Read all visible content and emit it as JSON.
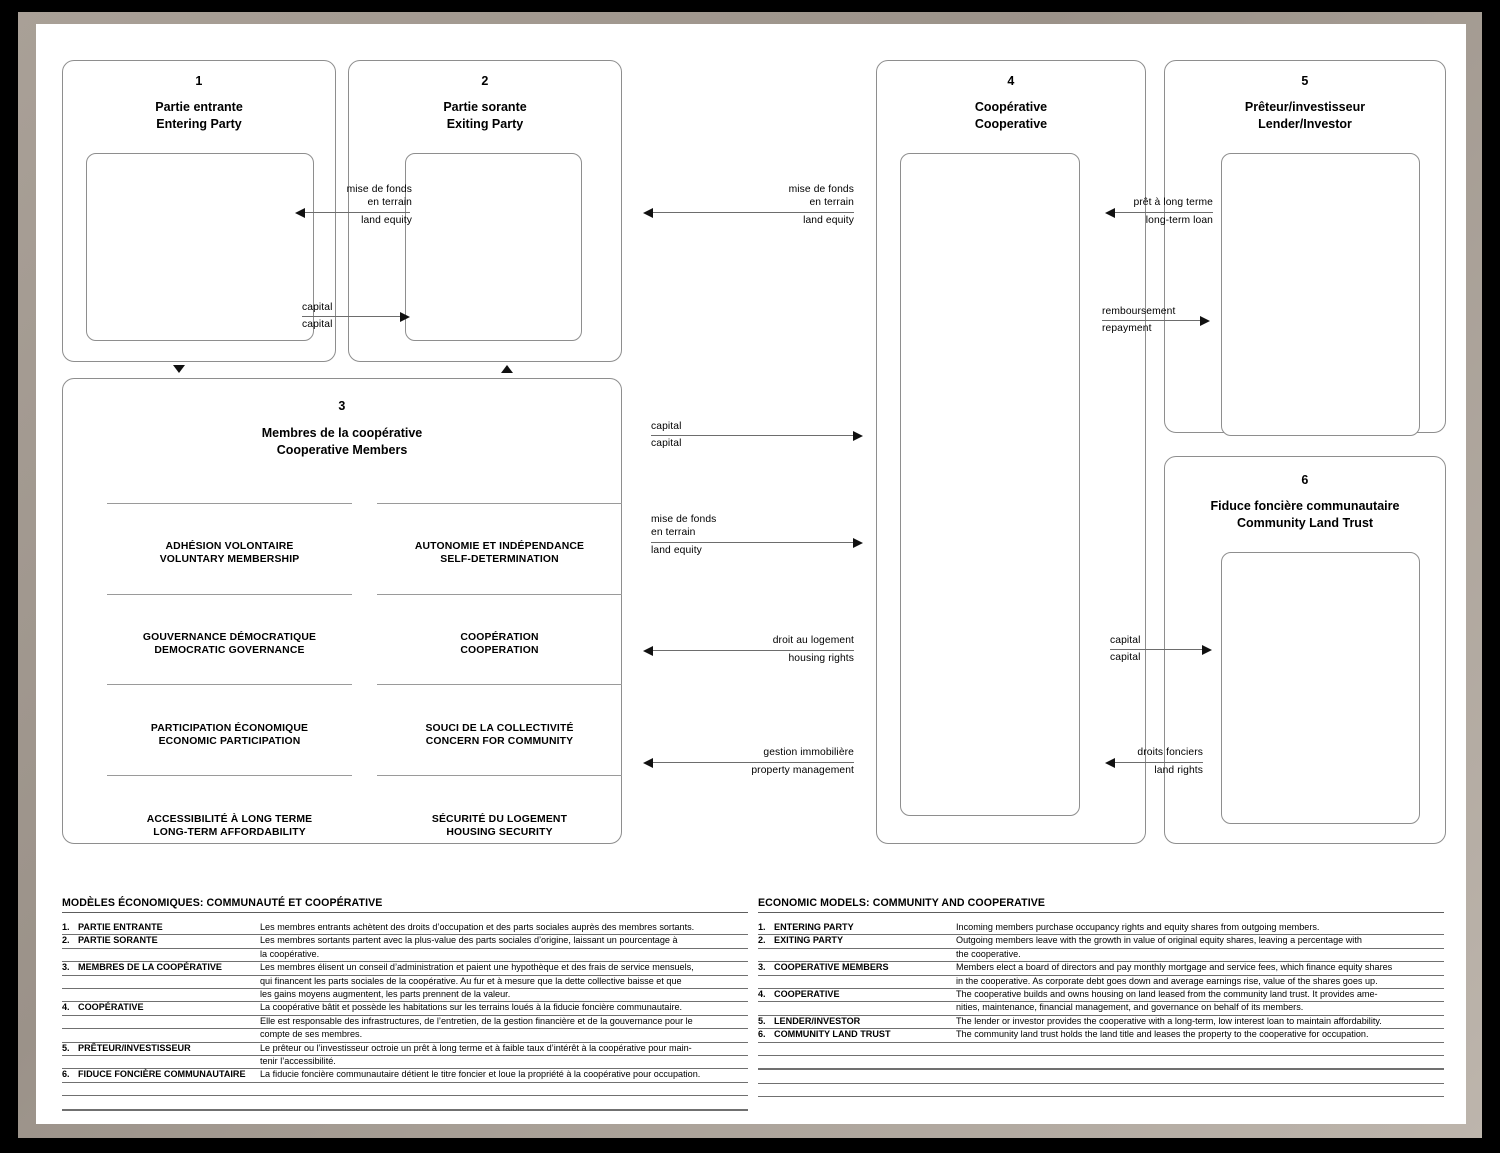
{
  "diagram": {
    "boxes": [
      {
        "id": "1",
        "num": "1",
        "title_fr": "Partie entrante",
        "title_en": "Entering Party"
      },
      {
        "id": "2",
        "num": "2",
        "title_fr": "Partie sorante",
        "title_en": "Exiting Party"
      },
      {
        "id": "3",
        "num": "3",
        "title_fr": "Membres de la coopérative",
        "title_en": "Cooperative Members"
      },
      {
        "id": "4",
        "num": "4",
        "title_fr": "Coopérative",
        "title_en": "Cooperative"
      },
      {
        "id": "5",
        "num": "5",
        "title_fr": "Prêteur/investisseur",
        "title_en": "Lender/Investor"
      },
      {
        "id": "6",
        "num": "6",
        "title_fr": "Fiduce foncière communautaire",
        "title_en": "Community Land Trust"
      }
    ],
    "principles": [
      {
        "fr": "ADHÉSION VOLONTAIRE",
        "en": "VOLUNTARY MEMBERSHIP"
      },
      {
        "fr": "AUTONOMIE ET INDÉPENDANCE",
        "en": "SELF-DETERMINATION"
      },
      {
        "fr": "GOUVERNANCE DÉMOCRATIQUE",
        "en": "DEMOCRATIC GOVERNANCE"
      },
      {
        "fr": "COOPÉRATION",
        "en": "COOPERATION"
      },
      {
        "fr": "PARTICIPATION ÉCONOMIQUE",
        "en": "ECONOMIC PARTICIPATION"
      },
      {
        "fr": "SOUCI DE LA COLLECTIVITÉ",
        "en": "CONCERN FOR COMMUNITY"
      },
      {
        "fr": "ACCESSIBILITÉ À LONG TERME",
        "en": "LONG-TERM AFFORDABILITY"
      },
      {
        "fr": "SÉCURITÉ DU LOGEMENT",
        "en": "HOUSING SECURITY"
      }
    ],
    "flows": [
      {
        "id": "f1",
        "fr": "mise de fonds\nen terrain",
        "fr_line1": "mise de fonds",
        "fr_line2": "en terrain",
        "en": "land equity",
        "dir": "left",
        "from": "2",
        "to": "1"
      },
      {
        "id": "f2",
        "fr_line1": "capital",
        "fr_line2": "",
        "en": "capital",
        "dir": "right",
        "from": "1",
        "to": "2"
      },
      {
        "id": "f3",
        "fr_line1": "mise de fonds",
        "fr_line2": "en terrain",
        "en": "land equity",
        "dir": "left",
        "from": "4",
        "to": "2"
      },
      {
        "id": "f4",
        "fr_line1": "prêt à long terme",
        "fr_line2": "",
        "en": "long-term loan",
        "dir": "left",
        "from": "5",
        "to": "4"
      },
      {
        "id": "f5",
        "fr_line1": "remboursement",
        "fr_line2": "",
        "en": "repayment",
        "dir": "right",
        "from": "4",
        "to": "5"
      },
      {
        "id": "f6",
        "fr_line1": "capital",
        "fr_line2": "",
        "en": "capital",
        "dir": "right",
        "from": "3",
        "to": "4"
      },
      {
        "id": "f7",
        "fr_line1": "mise de fonds",
        "fr_line2": "en terrain",
        "en": "land equity",
        "dir": "right",
        "from": "3",
        "to": "4"
      },
      {
        "id": "f8",
        "fr_line1": "droit au logement",
        "fr_line2": "",
        "en": "housing rights",
        "dir": "left",
        "from": "4",
        "to": "3"
      },
      {
        "id": "f9",
        "fr_line1": "gestion immobilière",
        "fr_line2": "",
        "en": "property management",
        "dir": "left",
        "from": "4",
        "to": "3"
      },
      {
        "id": "f10",
        "fr_line1": "capital",
        "fr_line2": "",
        "en": "capital",
        "dir": "right",
        "from": "4",
        "to": "6"
      },
      {
        "id": "f11",
        "fr_line1": "droits fonciers",
        "fr_line2": "",
        "en": "land rights",
        "dir": "left",
        "from": "6",
        "to": "4"
      }
    ]
  },
  "legend_fr": {
    "title": "MODÈLES ÉCONOMIQUES: COMMUNAUTÉ ET COOPÉRATIVE",
    "rows": [
      {
        "num": "1.",
        "title": "PARTIE ENTRANTE",
        "lines": [
          "Les membres entrants achètent des droits d’occupation et des parts sociales auprès des membres sortants."
        ]
      },
      {
        "num": "2.",
        "title": "PARTIE SORANTE",
        "lines": [
          "Les membres sortants partent avec la plus-value des parts sociales d’origine, laissant un pourcentage à",
          "la coopérative."
        ]
      },
      {
        "num": "3.",
        "title": "MEMBRES DE LA COOPÉRATIVE",
        "lines": [
          "Les membres élisent un conseil d’administration et paient une hypothèque et des frais de service mensuels,",
          "qui financent les parts sociales de la coopérative. Au fur et à mesure que la dette collective baisse et que",
          "les gains moyens augmentent, les parts prennent de la valeur."
        ]
      },
      {
        "num": "4.",
        "title": "COOPÉRATIVE",
        "lines": [
          "La coopérative bâtit et possède les habitations sur les terrains loués à la fiducie foncière communautaire.",
          "Elle est responsable des infrastructures, de l’entretien, de la gestion financière et de la gouvernance pour le",
          "compte de ses membres."
        ]
      },
      {
        "num": "5.",
        "title": "PRÊTEUR/INVESTISSEUR",
        "lines": [
          "Le prêteur ou l’investisseur octroie un prêt à long terme et à faible taux d’intérêt à la coopérative pour main-",
          "tenir l’accessibilité."
        ]
      },
      {
        "num": "6.",
        "title": "FIDUCE FONCIÈRE COMMUNAUTAIRE",
        "lines": [
          "La fiducie foncière communautaire détient le titre foncier et loue la propriété à la coopérative pour occupation."
        ]
      }
    ],
    "blank_rows": 2
  },
  "legend_en": {
    "title": "ECONOMIC MODELS: COMMUNITY AND COOPERATIVE",
    "rows": [
      {
        "num": "1.",
        "title": "ENTERING PARTY",
        "lines": [
          "Incoming members purchase occupancy rights and equity shares from outgoing members."
        ]
      },
      {
        "num": "2.",
        "title": "EXITING PARTY",
        "lines": [
          "Outgoing members leave with the growth in value of original equity shares, leaving a percentage with",
          "the cooperative."
        ]
      },
      {
        "num": "3.",
        "title": "COOPERATIVE MEMBERS",
        "lines": [
          "Members elect a board of directors and pay monthly mortgage and service fees, which finance equity shares",
          "in the cooperative. As corporate debt goes down and average earnings rise, value of the shares goes up."
        ]
      },
      {
        "num": "4.",
        "title": "COOPERATIVE",
        "lines": [
          "The cooperative builds and owns housing on land leased from the community land trust. It provides ame-",
          "nities, maintenance, financial management, and governance on behalf of its members."
        ]
      },
      {
        "num": "5.",
        "title": "LENDER/INVESTOR",
        "lines": [
          "The lender or investor provides the cooperative with a long-term, low interest loan to maintain affordability."
        ]
      },
      {
        "num": "6.",
        "title": "COMMUNITY LAND TRUST",
        "lines": [
          "The community land trust holds the land title and leases the property to the cooperative for occupation."
        ]
      }
    ],
    "blank_rows": 4
  },
  "colors": {
    "frame_outer": "#000000",
    "frame_bevel": "#a9a097",
    "page": "#ffffff",
    "box_border": "#8e8e8e",
    "arrow_line": "#6d6d6d",
    "arrow_head": "#111111",
    "rule": "#707070",
    "text": "#000000"
  }
}
